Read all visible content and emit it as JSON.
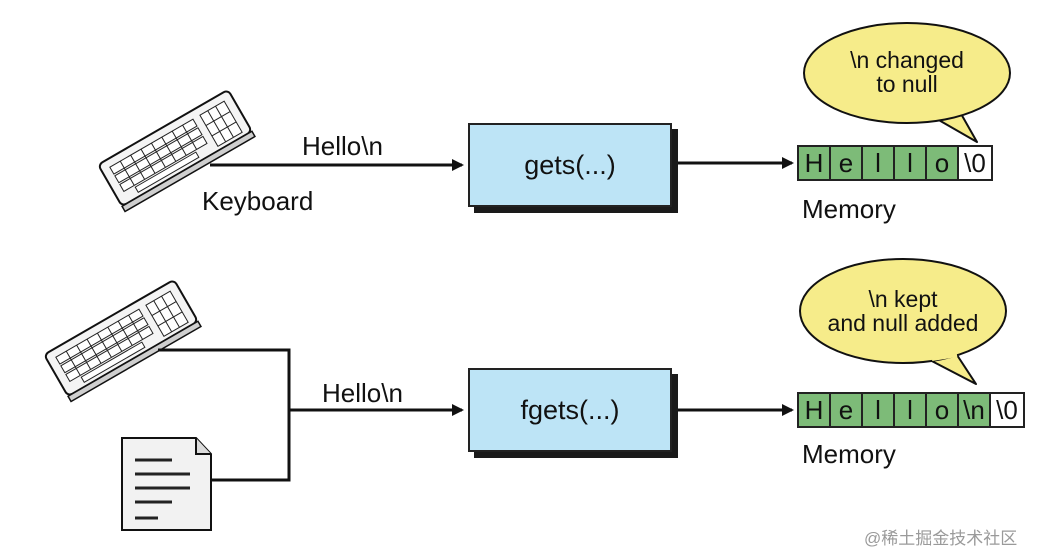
{
  "top": {
    "input_label": "Hello\\n",
    "source_label": "Keyboard",
    "function_label": "gets(...)",
    "memory_label": "Memory",
    "memory_cells": [
      "H",
      "e",
      "l",
      "l",
      "o",
      "\\0"
    ],
    "bubble_line1": "\\n changed",
    "bubble_line2": "to null"
  },
  "bottom": {
    "input_label": "Hello\\n",
    "function_label": "fgets(...)",
    "memory_label": "Memory",
    "memory_cells": [
      "H",
      "e",
      "l",
      "l",
      "o",
      "\\n",
      "\\0"
    ],
    "bubble_line1": "\\n kept",
    "bubble_line2": "and null added"
  },
  "watermark": "@稀土掘金技术社区",
  "colors": {
    "function_box": "#bde4f6",
    "memory_cell": "#7dbb78",
    "bubble": "#f6ec8a"
  }
}
